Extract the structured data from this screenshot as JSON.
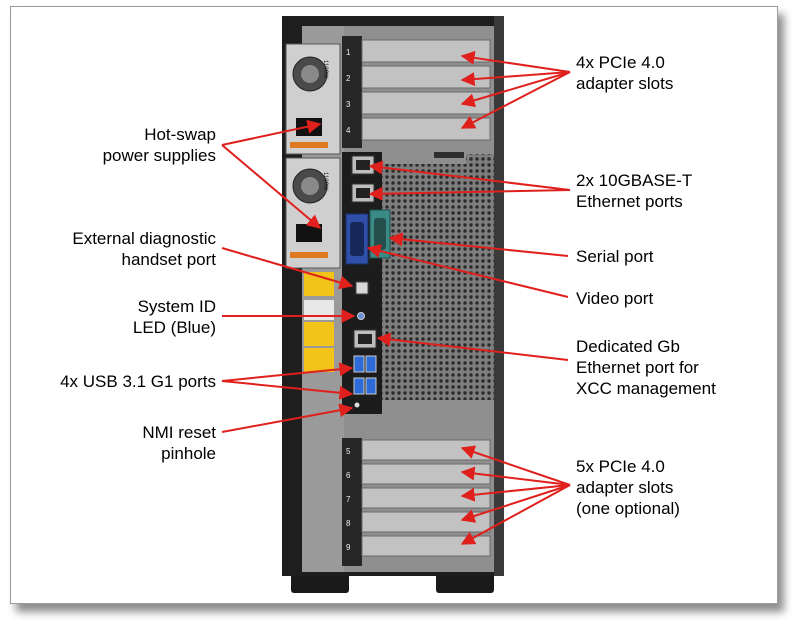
{
  "labels": {
    "pcie_top": [
      "4x PCIe 4.0",
      "adapter slots"
    ],
    "hot_swap": [
      "Hot-swap",
      "power supplies"
    ],
    "ethernet": [
      "2x 10GBASE-T",
      "Ethernet ports"
    ],
    "ext_diag": [
      "External diagnostic",
      "handset port"
    ],
    "serial": [
      "Serial port"
    ],
    "video": [
      "Video port"
    ],
    "system_id": [
      "System ID",
      "LED (Blue)"
    ],
    "dedicated": [
      "Dedicated Gb",
      "Ethernet port for",
      "XCC management"
    ],
    "usb": [
      "4x USB 3.1 G1 ports"
    ],
    "nmi": [
      "NMI reset",
      "pinhole"
    ],
    "pcie_bottom": [
      "5x PCIe 4.0",
      "adapter slots",
      "(one optional)"
    ]
  },
  "slot_numbers": {
    "top": [
      "1",
      "2",
      "3",
      "4"
    ],
    "bottom": [
      "5",
      "6",
      "7",
      "8",
      "9"
    ]
  },
  "psu_rating": "1100W",
  "colors": {
    "arrow": "#e0201c",
    "chassis_dark": "#1e1e1e",
    "chassis_panel": "#8f8f8f",
    "vga_blue": "#2f4fa8",
    "serial_teal": "#3a8a86",
    "warning_yellow": "#f2c318"
  }
}
